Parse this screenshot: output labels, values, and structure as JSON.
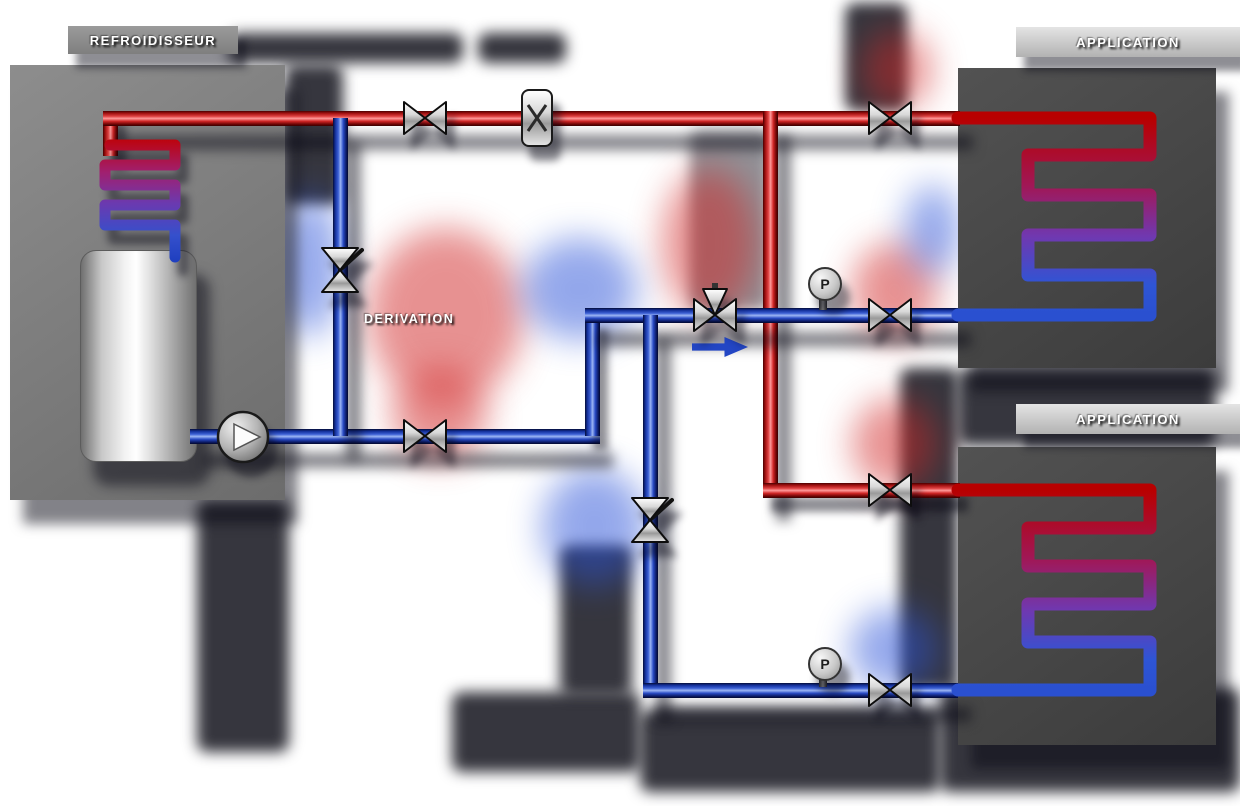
{
  "diagram": {
    "labels": {
      "chiller": "REFROIDISSEUR",
      "bypass": "DERIVATION",
      "application_top": "APPLICATION",
      "application_bottom": "APPLICATION"
    },
    "gauge_label": "P",
    "colors": {
      "hot_pipe_red": "#b81414",
      "cold_pipe_blue": "#2a52d8",
      "chiller_box_gray": "#7d7d7d",
      "application_box_gray": "#474747",
      "valve_silver": "#d8d8d8",
      "coil_gradient": [
        "#b80000",
        "#7038b0",
        "#2a50d0"
      ]
    },
    "icons": {
      "valve": "bowtie-gate-valve-icon",
      "three_way_valve": "three-way-valve-icon",
      "lever_valve": "lever-valve-icon",
      "motor_valve": "motorized-valve-icon",
      "pump": "pump-circle-triangle-icon",
      "gauge": "pressure-gauge-icon",
      "flow_arrow": "flow-direction-arrow-icon",
      "coil": "heat-exchanger-coil-icon"
    }
  }
}
